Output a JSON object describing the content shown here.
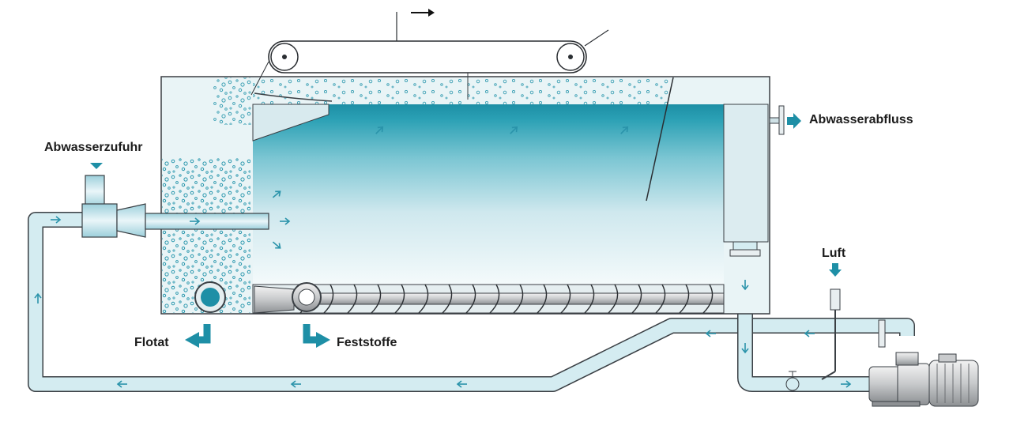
{
  "labels": {
    "inlet": "Abwasserzufuhr",
    "outlet": "Abwasserabfluss",
    "air": "Luft",
    "float_out": "Flotat",
    "solids_out": "Feststoffe"
  },
  "colors": {
    "teal": "#1e8fa6",
    "teal_dark": "#0f6f86",
    "pipe_fill": "#d4ecf1",
    "pipe_stroke": "#3a3f44",
    "tank_bg": "#e9f4f6",
    "arrow": "#2a93aa"
  },
  "icons": {
    "flow_arrow": "arrow-icon",
    "conveyor_direction": "arrow-right-icon"
  }
}
